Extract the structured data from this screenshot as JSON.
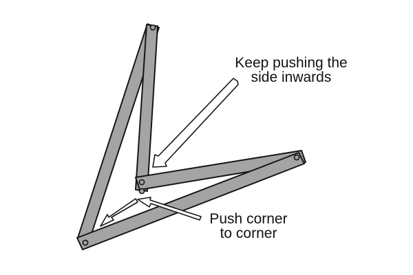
{
  "colors": {
    "bar_fill": "#a4a4a4",
    "outline": "#161616",
    "arrow_fill": "#ffffff",
    "background": "#ffffff"
  },
  "annotations": {
    "push_side": {
      "line1": "Keep pushing the",
      "line2": "side inwards"
    },
    "push_corner": {
      "line1": "Push corner",
      "line2": "to corner"
    }
  }
}
